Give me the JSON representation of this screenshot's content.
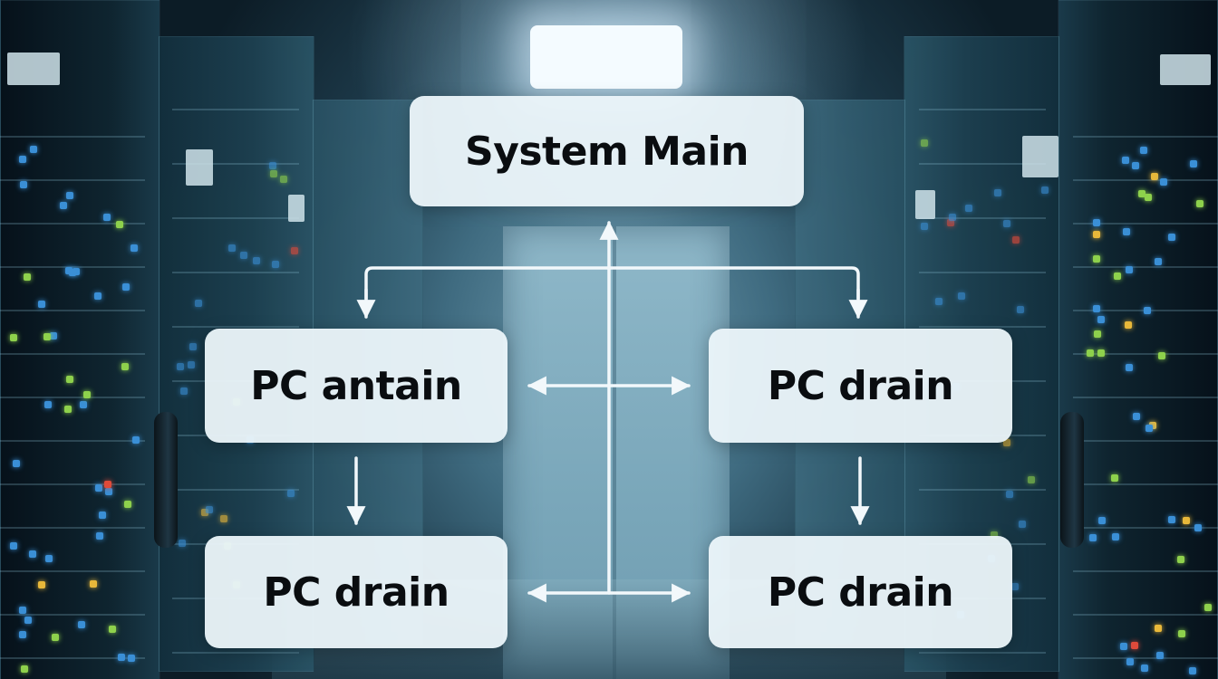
{
  "diagram": {
    "nodes": {
      "top": "System Main",
      "mid_left": "PC antain",
      "mid_right": "PC drain",
      "bottom_left": "PC drain",
      "bottom_right": "PC drain"
    },
    "edges": [
      {
        "from": "hub",
        "to": "top",
        "style": "arrow"
      },
      {
        "from": "hub",
        "to": "mid_left",
        "style": "arrow"
      },
      {
        "from": "hub",
        "to": "mid_right",
        "style": "arrow"
      },
      {
        "from": "mid_left",
        "to": "mid_right",
        "style": "double-arrow"
      },
      {
        "from": "mid_left",
        "to": "bottom_left",
        "style": "arrow"
      },
      {
        "from": "mid_right",
        "to": "bottom_right",
        "style": "arrow"
      },
      {
        "from": "bottom_left",
        "to": "bottom_right",
        "style": "double-arrow"
      }
    ],
    "colors": {
      "node_fill": "#ecf6fa",
      "node_text": "#0a0d10",
      "connector": "#f2f8fb"
    }
  },
  "background": {
    "scene": "server room corridor",
    "led_colors": [
      "#3a8fd6",
      "#8ed14c",
      "#e8b83a",
      "#e04a3a"
    ]
  }
}
